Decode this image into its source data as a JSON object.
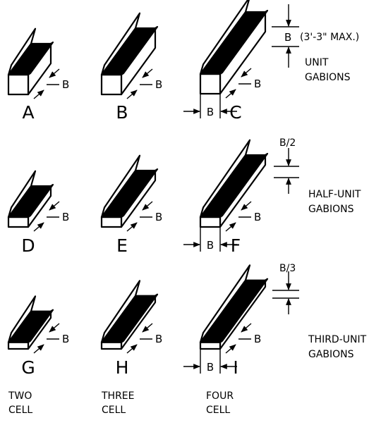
{
  "gabions": [
    {
      "letter": "A",
      "cells": 2,
      "height": 1
    },
    {
      "letter": "B",
      "cells": 3,
      "height": 1
    },
    {
      "letter": "C",
      "cells": 4,
      "height": 1
    },
    {
      "letter": "D",
      "cells": 2,
      "height": 0.5
    },
    {
      "letter": "E",
      "cells": 3,
      "height": 0.5
    },
    {
      "letter": "F",
      "cells": 4,
      "height": 0.5
    },
    {
      "letter": "G",
      "cells": 2,
      "height": 0.3333
    },
    {
      "letter": "H",
      "cells": 3,
      "height": 0.3333
    },
    {
      "letter": "I",
      "cells": 4,
      "height": 0.3333
    }
  ],
  "dim_label": "B",
  "max_note": "(3'-3\" MAX.)",
  "half_label": "B/2",
  "third_label": "B/3",
  "rows": [
    {
      "line1": "UNIT",
      "line2": "GABIONS"
    },
    {
      "line1": "HALF-UNIT",
      "line2": "GABIONS"
    },
    {
      "line1": "THIRD-UNIT",
      "line2": "GABIONS"
    }
  ],
  "columns": [
    {
      "line1": "TWO",
      "line2": "CELL"
    },
    {
      "line1": "THREE",
      "line2": "CELL"
    },
    {
      "line1": "FOUR",
      "line2": "CELL"
    }
  ]
}
